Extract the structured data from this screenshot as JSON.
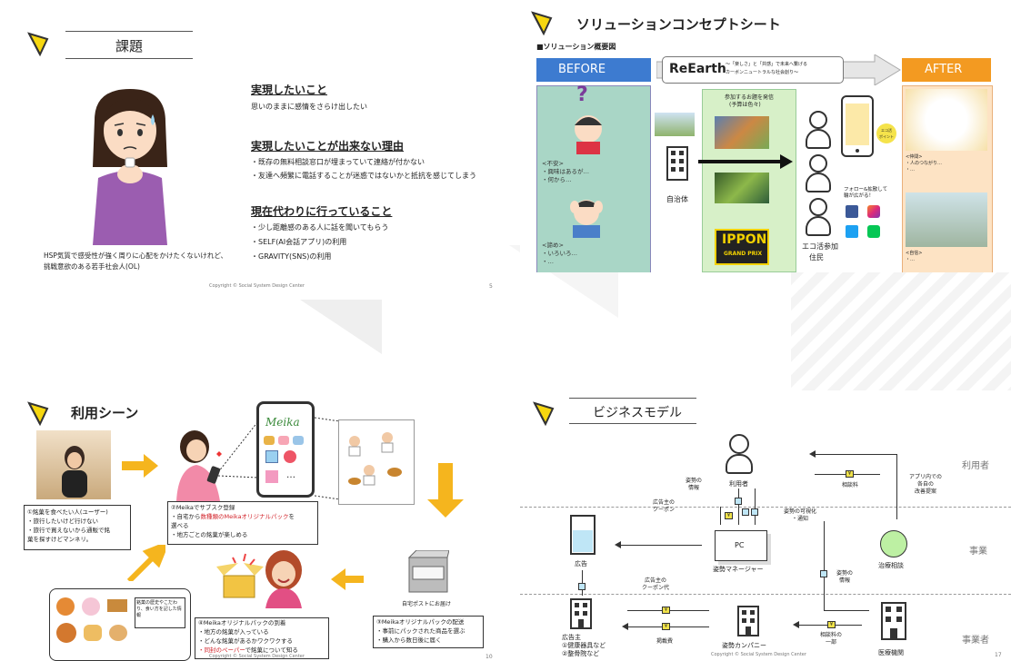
{
  "slide1": {
    "title": "課題",
    "h1": "実現したいこと",
    "p1": "思いのままに感情をさらけ出したい",
    "h2": "実現したいことが出来ない理由",
    "p2a": "・既存の無料相談窓口が埋まっていて連絡が付かない",
    "p2b": "・友達へ頻繁に電話することが迷惑ではないかと抵抗を感じてしまう",
    "h3": "現在代わりに行っていること",
    "p3a": "・少し距離感のある人に話を聞いてもらう",
    "p3b": "・SELF(AI会話アプリ)の利用",
    "p3c": "・GRAVITY(SNS)の利用",
    "caption1": "HSP気質で感受性が強く周りに心配をかけたくないけれど、",
    "caption2": "挑戦意欲のある若手社会人(OL)",
    "footer": "Copyright © Social System Design Center",
    "page": "5"
  },
  "slide2": {
    "title": "ソリューションコンセプトシート",
    "subtitle": "■ソリューション概要図",
    "before": "BEFORE",
    "after": "AFTER",
    "brand": "ReEarth",
    "tagline1": "～「楽しさ」と「共感」で未来へ繋げる",
    "tagline2": "カーボンニュートラルな社会創り～",
    "gov": "自治体",
    "resident1": "エコ活参加",
    "resident2": "住民",
    "panel_head1": "参加するお題を発信",
    "panel_head2": "(予算は色々)",
    "ippon1": "IPPON",
    "ippon2": "GRAND PRIX",
    "follow": "フォロー&拡散して\n輪が広がる！",
    "point": "エコ活\nポイント"
  },
  "slide3": {
    "title": "利用シーン",
    "app_name": "Meika",
    "s1_l1": "①銘菓を食べたい人(ユーザー)",
    "s1_l2": "・旅行したいけど行けない",
    "s1_l3": "・旅行で買えないから通販で銘",
    "s1_l4": "  菓を探すけどマンネリ。",
    "s2_l1": "②Meikaでサブスク登録",
    "s2_l2a": "・自宅から",
    "s2_l2red": "数種類のMeikaオリジナルパック",
    "s2_l2b": "を",
    "s2_l3": "  選べる",
    "s2_l4": "・地方ごとの銘菓が楽しめる",
    "mailbox": "自宅ポストにお届け",
    "s3_l1": "③Meikaオリジナルパックの配送",
    "s3_l2": "・事前にパックされた商品を選ぶ",
    "s3_l3": "・購入から数日後に届く",
    "s4_l1": "④Meikaオリジナルパックの到着",
    "s4_l2": "・地方の銘菓が入っている",
    "s4_l3": "・どんな銘菓があるかワクワクする",
    "s4_l4red": "・同封のペーパー",
    "s4_l4b": "で銘菓について知る",
    "sweets_note": "銘菓の歴史やこだわり、食い方を記した情報",
    "footer": "Copyright © Social System Design Center",
    "page": "10"
  },
  "slide4": {
    "title": "ビジネスモデル",
    "users_label": "利用者",
    "biz_label1": "事業",
    "biz_label2": "事業者",
    "user": "利用者",
    "posture_info": "姿勢の\n情報",
    "ad_coupon": "広告主の\nクーポン",
    "visual_notify": "姿勢の可視化\n・通知",
    "consult_fee": "相談料",
    "app_consult": "アプリ内での\n各自の\n改善提案",
    "pc": "PC",
    "posture_mgr": "姿勢マネージャー",
    "consult": "治療相談",
    "ad": "広告",
    "posture_info2": "姿勢の\n情報",
    "ad_coupon_fee": "広告主の\nクーポン代",
    "advertiser": "広告主\n①健康器具など\n②整骨院など",
    "ad_fee": "掲載費",
    "company": "姿勢カンパニー",
    "part_fee": "相談料の\n一部",
    "medical": "医療機関",
    "footer": "Copyright © Social System Design Center",
    "page": "17"
  }
}
